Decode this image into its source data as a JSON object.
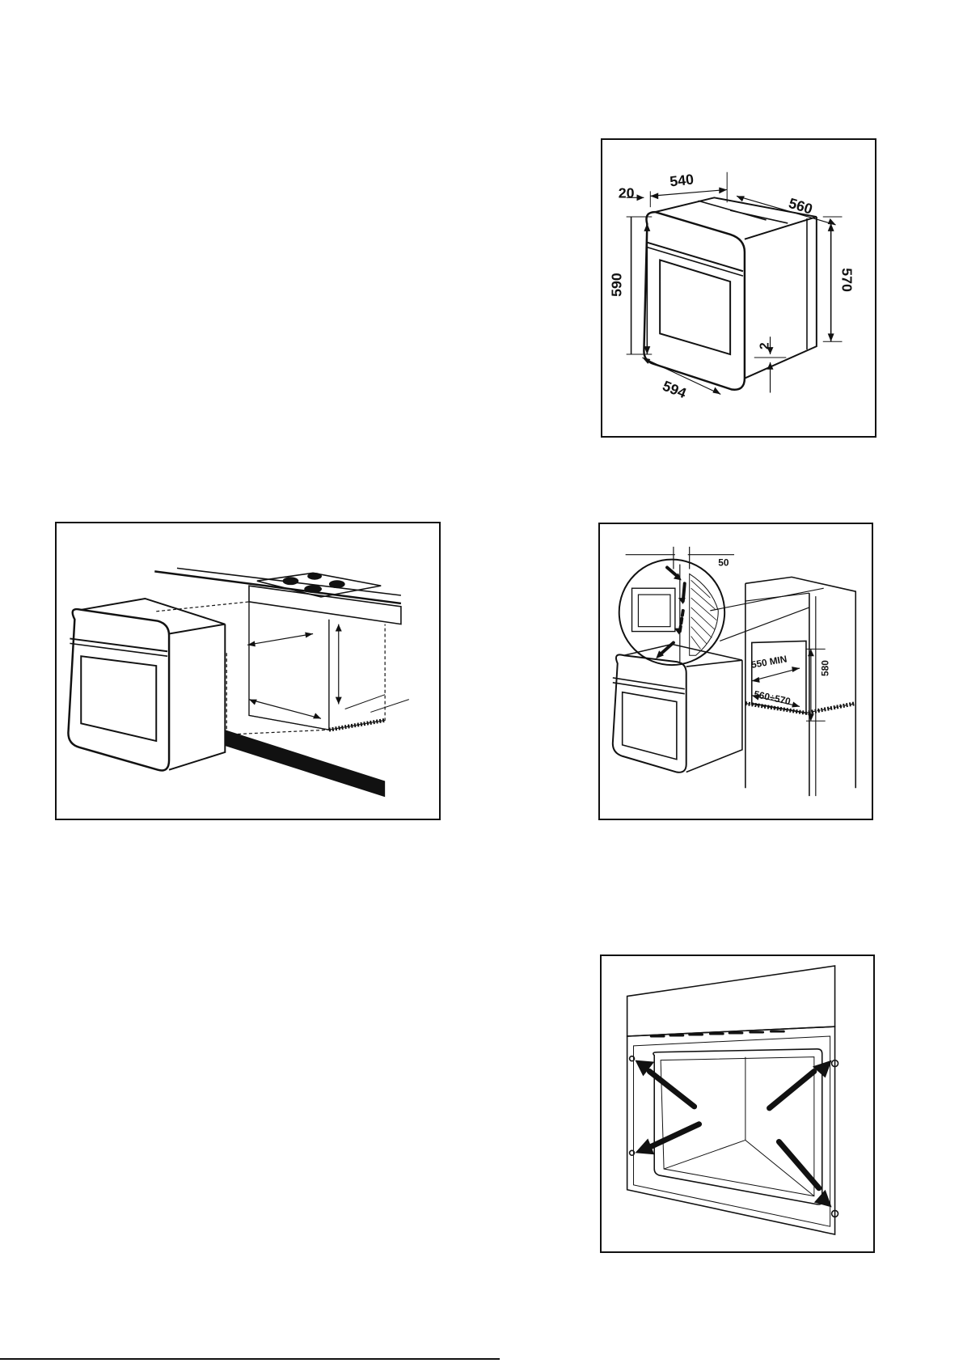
{
  "figures": {
    "dimensions": {
      "labels": {
        "depth_front": "20",
        "width_body": "540",
        "depth_side": "560",
        "height_front": "590",
        "height_side": "570",
        "gap": "2",
        "width_front": "594"
      }
    },
    "under_counter": {},
    "column": {
      "labels": {
        "vent": "50",
        "width_min": "550 MIN",
        "height": "580",
        "depth": "560÷570"
      }
    },
    "screws": {}
  },
  "colors": {
    "ink": "#111111",
    "paper": "#ffffff"
  }
}
